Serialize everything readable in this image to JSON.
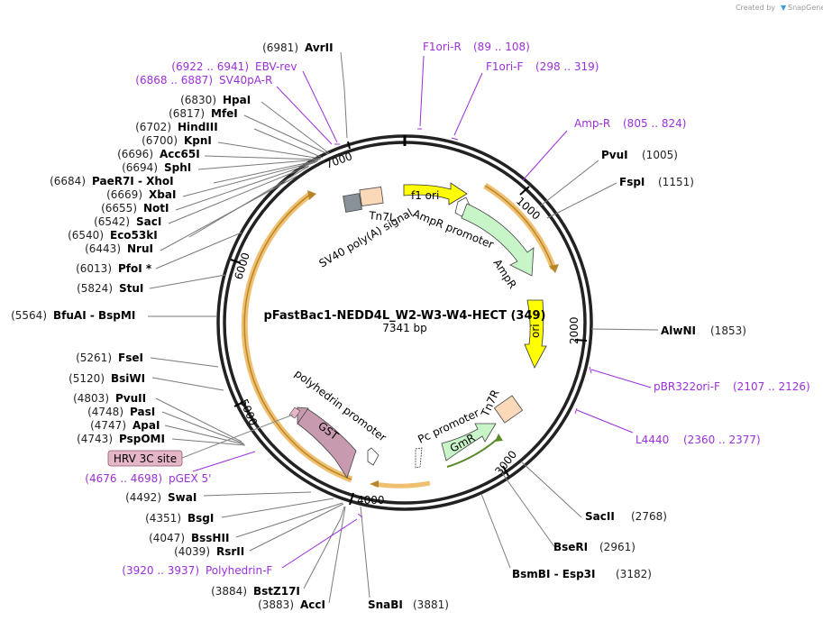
{
  "credit": {
    "prefix": "Created by",
    "brand": "SnapGene"
  },
  "plasmid": {
    "name": "pFastBac1-NEDD4L_W2-W3-W4-HECT (349)",
    "length": "7341 bp"
  },
  "ticks": [
    "1000",
    "2000",
    "3000",
    "4000",
    "5000",
    "6000",
    "7000"
  ],
  "features": {
    "f1ori": "f1 ori",
    "ampr_promoter": "AmpR promoter",
    "ampr": "AmpR",
    "ori": "ori",
    "tn7r": "Tn7R",
    "gmr": "GmR",
    "pc_promoter": "Pc promoter",
    "gst": "GST",
    "polyhedrin_promoter": "polyhedrin promoter",
    "tn7l": "Tn7L",
    "sv40": "SV40 poly(A) signal",
    "hrv": "HRV 3C site"
  },
  "enzymes": [
    {
      "name": "AvrII",
      "pos": "(6981)"
    },
    {
      "name": "HpaI",
      "pos": "(6830)"
    },
    {
      "name": "MfeI",
      "pos": "(6817)"
    },
    {
      "name": "HindIII",
      "pos": "(6702)"
    },
    {
      "name": "KpnI",
      "pos": "(6700)"
    },
    {
      "name": "Acc65I",
      "pos": "(6696)"
    },
    {
      "name": "SphI",
      "pos": "(6694)"
    },
    {
      "name": "PaeR7I - XhoI",
      "pos": "(6684)"
    },
    {
      "name": "XbaI",
      "pos": "(6669)"
    },
    {
      "name": "NotI",
      "pos": "(6655)"
    },
    {
      "name": "SacI",
      "pos": "(6542)"
    },
    {
      "name": "Eco53kI",
      "pos": "(6540)"
    },
    {
      "name": "NruI",
      "pos": "(6443)"
    },
    {
      "name": "PfoI *",
      "pos": "(6013)"
    },
    {
      "name": "StuI",
      "pos": "(5824)"
    },
    {
      "name": "BfuAI - BspMI",
      "pos": "(5564)"
    },
    {
      "name": "FseI",
      "pos": "(5261)"
    },
    {
      "name": "BsiWI",
      "pos": "(5120)"
    },
    {
      "name": "PvuII",
      "pos": "(4803)"
    },
    {
      "name": "PasI",
      "pos": "(4748)"
    },
    {
      "name": "ApaI",
      "pos": "(4747)"
    },
    {
      "name": "PspOMI",
      "pos": "(4743)"
    },
    {
      "name": "SwaI",
      "pos": "(4492)"
    },
    {
      "name": "BsgI",
      "pos": "(4351)"
    },
    {
      "name": "BssHII",
      "pos": "(4047)"
    },
    {
      "name": "RsrII",
      "pos": "(4039)"
    },
    {
      "name": "BstZ17I",
      "pos": "(3884)"
    },
    {
      "name": "AccI",
      "pos": "(3883)"
    },
    {
      "name": "SnaBI",
      "pos": "(3881)"
    },
    {
      "name": "PvuI",
      "pos": "(1005)"
    },
    {
      "name": "FspI",
      "pos": "(1151)"
    },
    {
      "name": "AlwNI",
      "pos": "(1853)"
    },
    {
      "name": "SacII",
      "pos": "(2768)"
    },
    {
      "name": "BseRI",
      "pos": "(2961)"
    },
    {
      "name": "BsmBI - Esp3I",
      "pos": "(3182)"
    }
  ],
  "primers": [
    {
      "name": "F1ori-R",
      "range": "(89 .. 108)"
    },
    {
      "name": "F1ori-F",
      "range": "(298 .. 319)"
    },
    {
      "name": "Amp-R",
      "range": "(805 .. 824)"
    },
    {
      "name": "EBV-rev",
      "range": "(6922 .. 6941)"
    },
    {
      "name": "SV40pA-R",
      "range": "(6868 .. 6887)"
    },
    {
      "name": "pBR322ori-F",
      "range": "(2107 .. 2126)"
    },
    {
      "name": "L4440",
      "range": "(2360 .. 2377)"
    },
    {
      "name": "pGEX 5'",
      "range": "(4676 .. 4698)"
    },
    {
      "name": "Polyhedrin-F",
      "range": "(3920 .. 3937)"
    }
  ],
  "colors": {
    "backbone": "#222222",
    "primer": "#9b30d9",
    "orf_arc": "#f0c070",
    "f1ori": "#ffff00",
    "ampr": "#c8f5c8",
    "gst": "#c89ab0",
    "tn7": "#fbd8b8",
    "sv40": "#8a9299",
    "gmr": "#c8f5c8",
    "hrv": "#e5b5c8"
  }
}
